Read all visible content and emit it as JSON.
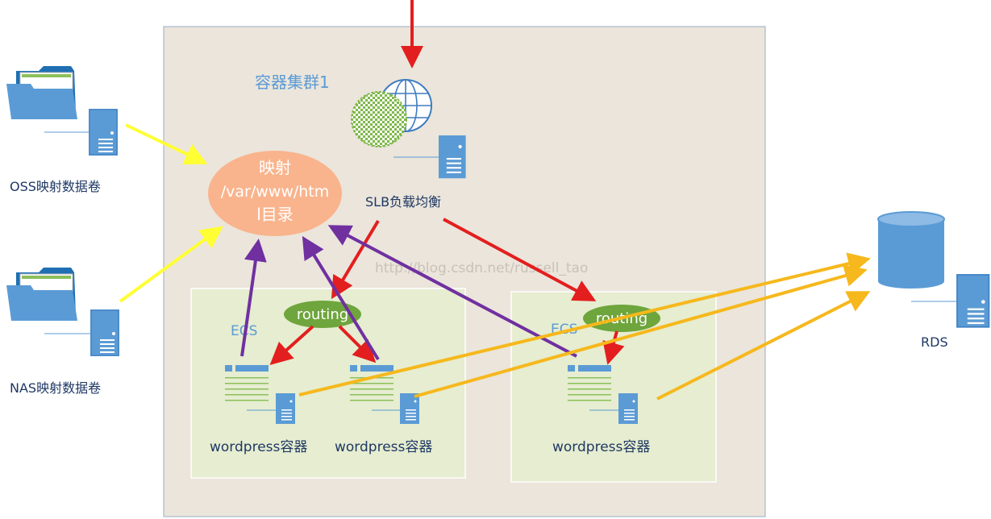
{
  "cluster": {
    "label": "容器集群1"
  },
  "oss": {
    "label": "OSS映射数据卷"
  },
  "nas": {
    "label": "NAS映射数据卷"
  },
  "mapping": {
    "line1": "映射",
    "line2": "/var/www/htm",
    "line3": "l目录"
  },
  "slb": {
    "label": "SLB负载均衡"
  },
  "ecs_left": {
    "label": "ECS",
    "routing": "routing"
  },
  "ecs_right": {
    "label": "ECS",
    "routing": "routing"
  },
  "containers": [
    {
      "label": "wordpress容器"
    },
    {
      "label": "wordpress容器"
    },
    {
      "label": "wordpress容器"
    }
  ],
  "rds": {
    "label": "RDS"
  },
  "watermark": {
    "text": "http://blog.csdn.net/russell_tao"
  },
  "colors": {
    "cluster_bg": "#ebe5db",
    "ecs_bg": "#e6edd0",
    "mapping_fill": "#f9b48d",
    "routing_fill": "#6ea53c",
    "server_blue": "#5b9bd5",
    "red_arrow": "#e31e1e",
    "purple_arrow": "#7030a0",
    "yellow_arrow": "#ffff33",
    "orange_arrow": "#f6b81c",
    "text_blue": "#4f81bd"
  }
}
